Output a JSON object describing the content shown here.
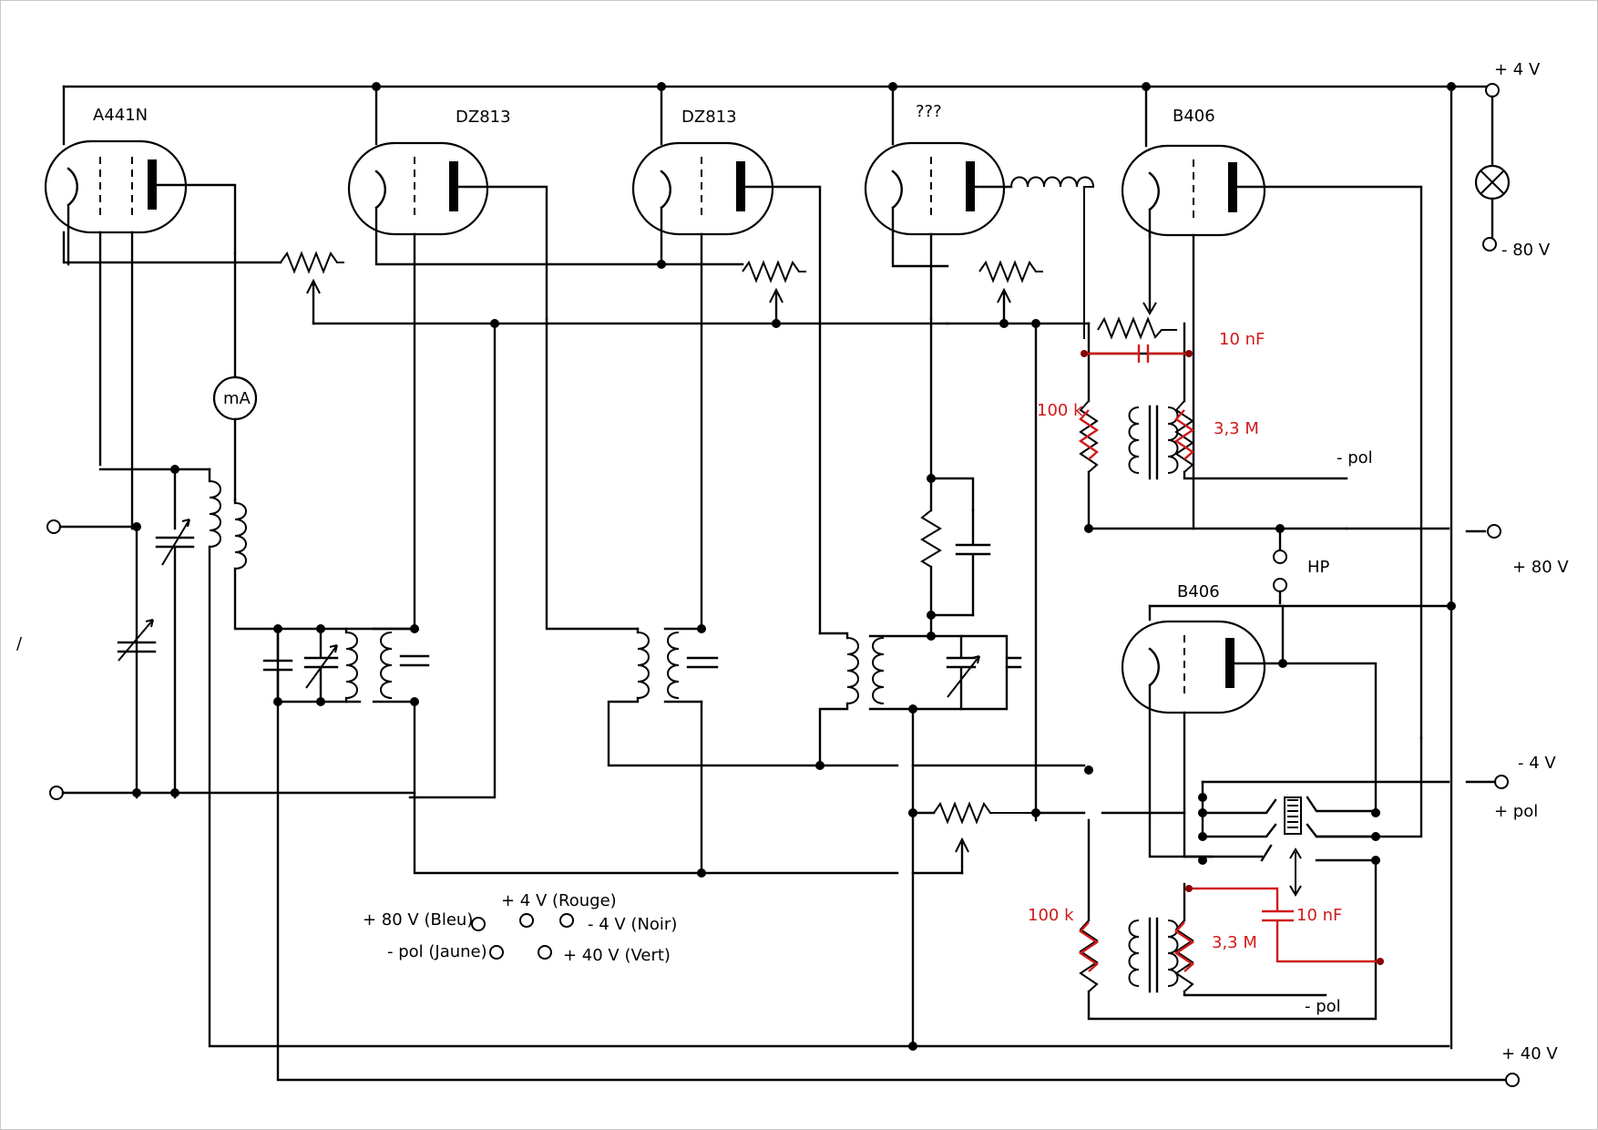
{
  "tubes": {
    "t1": "A441N",
    "t2": "DZ813",
    "t3": "DZ813",
    "t4": "???",
    "t5": "B406",
    "t6": "B406"
  },
  "meter": "mA",
  "speaker": "HP",
  "supply": {
    "plus_4v": "+ 4 V",
    "minus_80v": "- 80 V",
    "plus_80v": "+ 80 V",
    "minus_4v": "- 4 V",
    "plus_pol": "+ pol",
    "plus_40v": "+ 40 V"
  },
  "stage1": {
    "cap": "10 nF",
    "r_left": "100 k",
    "r_right": "3,3 M",
    "pol": "- pol"
  },
  "stage2": {
    "cap": "10 nF",
    "r_left": "100 k",
    "r_right": "3,3 M",
    "pol": "- pol"
  },
  "connector": {
    "plus_80v_bleu": "+ 80 V (Bleu)",
    "plus_4v_rouge": "+ 4 V (Rouge)",
    "minus_4v_noir": "- 4 V (Noir)",
    "minus_pol_jaune": "- pol (Jaune)",
    "plus_40v_vert": "+ 40 V (Vert)"
  },
  "misc_mark": "/",
  "colors": {
    "wire": "#000000",
    "added_parts": "#d11a1a",
    "added_nodes": "#8b0000",
    "background": "#ffffff"
  }
}
